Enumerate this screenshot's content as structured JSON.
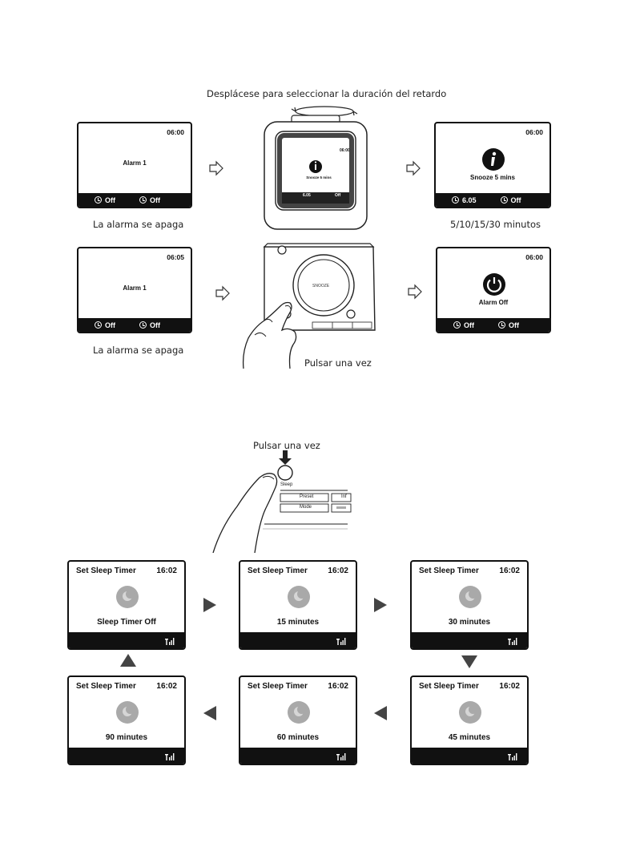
{
  "top_section": {
    "scroll_caption": "Desplácese para seleccionar la duración del retardo",
    "caption_alarm_off_1": "La alarma se apaga",
    "caption_snooze_durations": "5/10/15/30 minutos",
    "caption_alarm_off_2": "La alarma se apaga",
    "caption_press_once": "Pulsar una vez",
    "screen_alarm1_a": {
      "time": "06:00",
      "label": "Alarm 1",
      "alarm1": "Off",
      "alarm2": "Off"
    },
    "screen_device": {
      "time": "06:00",
      "label": "Snooze 5 mins",
      "alarm1": "6.05",
      "alarm2": "Off"
    },
    "screen_snooze": {
      "time": "06:00",
      "label": "Snooze 5 mins",
      "alarm1": "6.05",
      "alarm2": "Off"
    },
    "screen_alarm1_b": {
      "time": "06:05",
      "label": "Alarm 1",
      "alarm1": "Off",
      "alarm2": "Off"
    },
    "screen_alarm_off": {
      "time": "06:00",
      "label": "Alarm Off",
      "alarm1": "Off",
      "alarm2": "Off"
    },
    "device_knob_label": "SNOOZE"
  },
  "sleep_section": {
    "press_caption": "Pulsar una vez",
    "button_label": "Sleep",
    "panel_buttons": [
      "Preset",
      "Inf",
      "Mode"
    ],
    "screens": [
      {
        "title": "Set Sleep Timer",
        "time": "16:02",
        "label": "Sleep Timer Off"
      },
      {
        "title": "Set Sleep Timer",
        "time": "16:02",
        "label": "15 minutes"
      },
      {
        "title": "Set Sleep Timer",
        "time": "16:02",
        "label": "30 minutes"
      },
      {
        "title": "Set Sleep Timer",
        "time": "16:02",
        "label": "90 minutes"
      },
      {
        "title": "Set Sleep Timer",
        "time": "16:02",
        "label": "60 minutes"
      },
      {
        "title": "Set Sleep Timer",
        "time": "16:02",
        "label": "45 minutes"
      }
    ]
  },
  "icons": [
    "info-icon",
    "power-icon",
    "alarm-clock-icon",
    "moon-icon",
    "signal-icon",
    "arrow-icon"
  ]
}
